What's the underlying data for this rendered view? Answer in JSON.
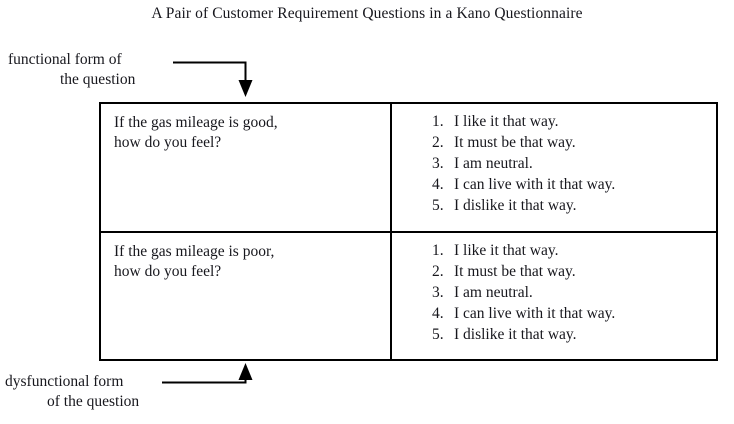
{
  "figure": {
    "title": "A Pair of Customer Requirement Questions in a Kano Questionnaire",
    "ink_color": "#17171d",
    "rule_color": "#000000",
    "background": "#ffffff"
  },
  "annotations": {
    "functional": {
      "line1": "functional form of",
      "line2": "the question",
      "arrow": "down-arrow-icon",
      "points_to": "row-1"
    },
    "dysfunctional": {
      "line1": "dysfunctional form",
      "line2": "of the question",
      "arrow": "up-arrow-icon",
      "points_to": "row-2"
    }
  },
  "table": {
    "rows": [
      {
        "id": "functional-row",
        "question": {
          "line1": "If the gas mileage is good,",
          "line2": "how do you feel?"
        },
        "answers": [
          {
            "num": "1.",
            "text": "I like it that way."
          },
          {
            "num": "2.",
            "text": "It must be that way."
          },
          {
            "num": "3.",
            "text": "I am neutral."
          },
          {
            "num": "4.",
            "text": "I can live with it that way."
          },
          {
            "num": "5.",
            "text": "I dislike it that way."
          }
        ]
      },
      {
        "id": "dysfunctional-row",
        "question": {
          "line1": "If the gas mileage is poor,",
          "line2": "how do you feel?"
        },
        "answers": [
          {
            "num": "1.",
            "text": "I like it that way."
          },
          {
            "num": "2.",
            "text": "It must be that way."
          },
          {
            "num": "3.",
            "text": "I am neutral."
          },
          {
            "num": "4.",
            "text": "I can live with it that way."
          },
          {
            "num": "5.",
            "text": "I dislike it that way."
          }
        ]
      }
    ]
  }
}
